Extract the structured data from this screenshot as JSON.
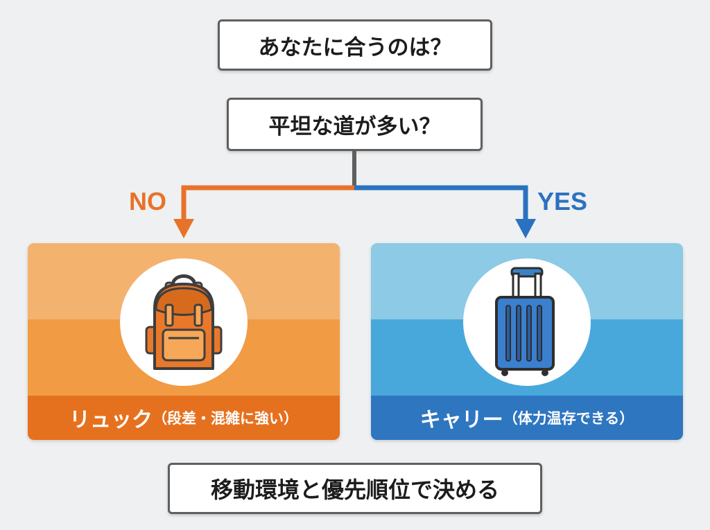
{
  "title": "あなたに合うのは？",
  "question": "平坦な道が多い？",
  "branches": {
    "no": {
      "label": "NO",
      "color": "#e8722a",
      "option_main": "リュック",
      "option_sub": "（段差・混雑に強い）",
      "icon": "backpack-icon"
    },
    "yes": {
      "label": "YES",
      "color": "#2a72c0",
      "option_main": "キャリー",
      "option_sub": "（体力温存できる）",
      "icon": "suitcase-icon"
    }
  },
  "summary": "移動環境と優先順位で決める"
}
